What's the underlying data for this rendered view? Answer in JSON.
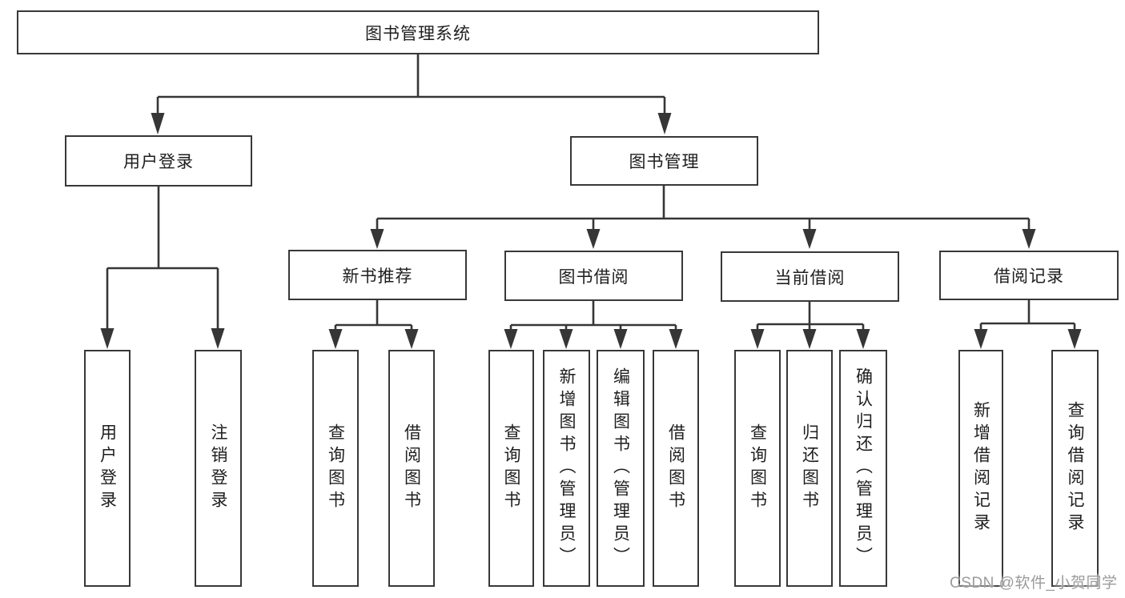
{
  "diagram_title": "图书管理系统",
  "tree": {
    "label": "图书管理系统",
    "children": [
      {
        "label": "用户登录",
        "children": [
          {
            "label": "用户登录"
          },
          {
            "label": "注销登录"
          }
        ]
      },
      {
        "label": "图书管理",
        "children": [
          {
            "label": "新书推荐",
            "children": [
              {
                "label": "查询图书"
              },
              {
                "label": "借阅图书"
              }
            ]
          },
          {
            "label": "图书借阅",
            "children": [
              {
                "label": "查询图书"
              },
              {
                "label": "新增图书（管理员）"
              },
              {
                "label": "编辑图书（管理员）"
              },
              {
                "label": "借阅图书"
              }
            ]
          },
          {
            "label": "当前借阅",
            "children": [
              {
                "label": "查询图书"
              },
              {
                "label": "归还图书"
              },
              {
                "label": "确认归还（管理员）"
              }
            ]
          },
          {
            "label": "借阅记录",
            "children": [
              {
                "label": "新增借阅记录"
              },
              {
                "label": "查询借阅记录"
              }
            ]
          }
        ]
      }
    ]
  },
  "watermark": {
    "text": "CSDN @软件_小贺同学"
  },
  "colors": {
    "line": "#363636",
    "box_border": "#383838",
    "text": "#1e1e1e",
    "background": "#ffffff",
    "watermark": "#9b9b9b"
  }
}
